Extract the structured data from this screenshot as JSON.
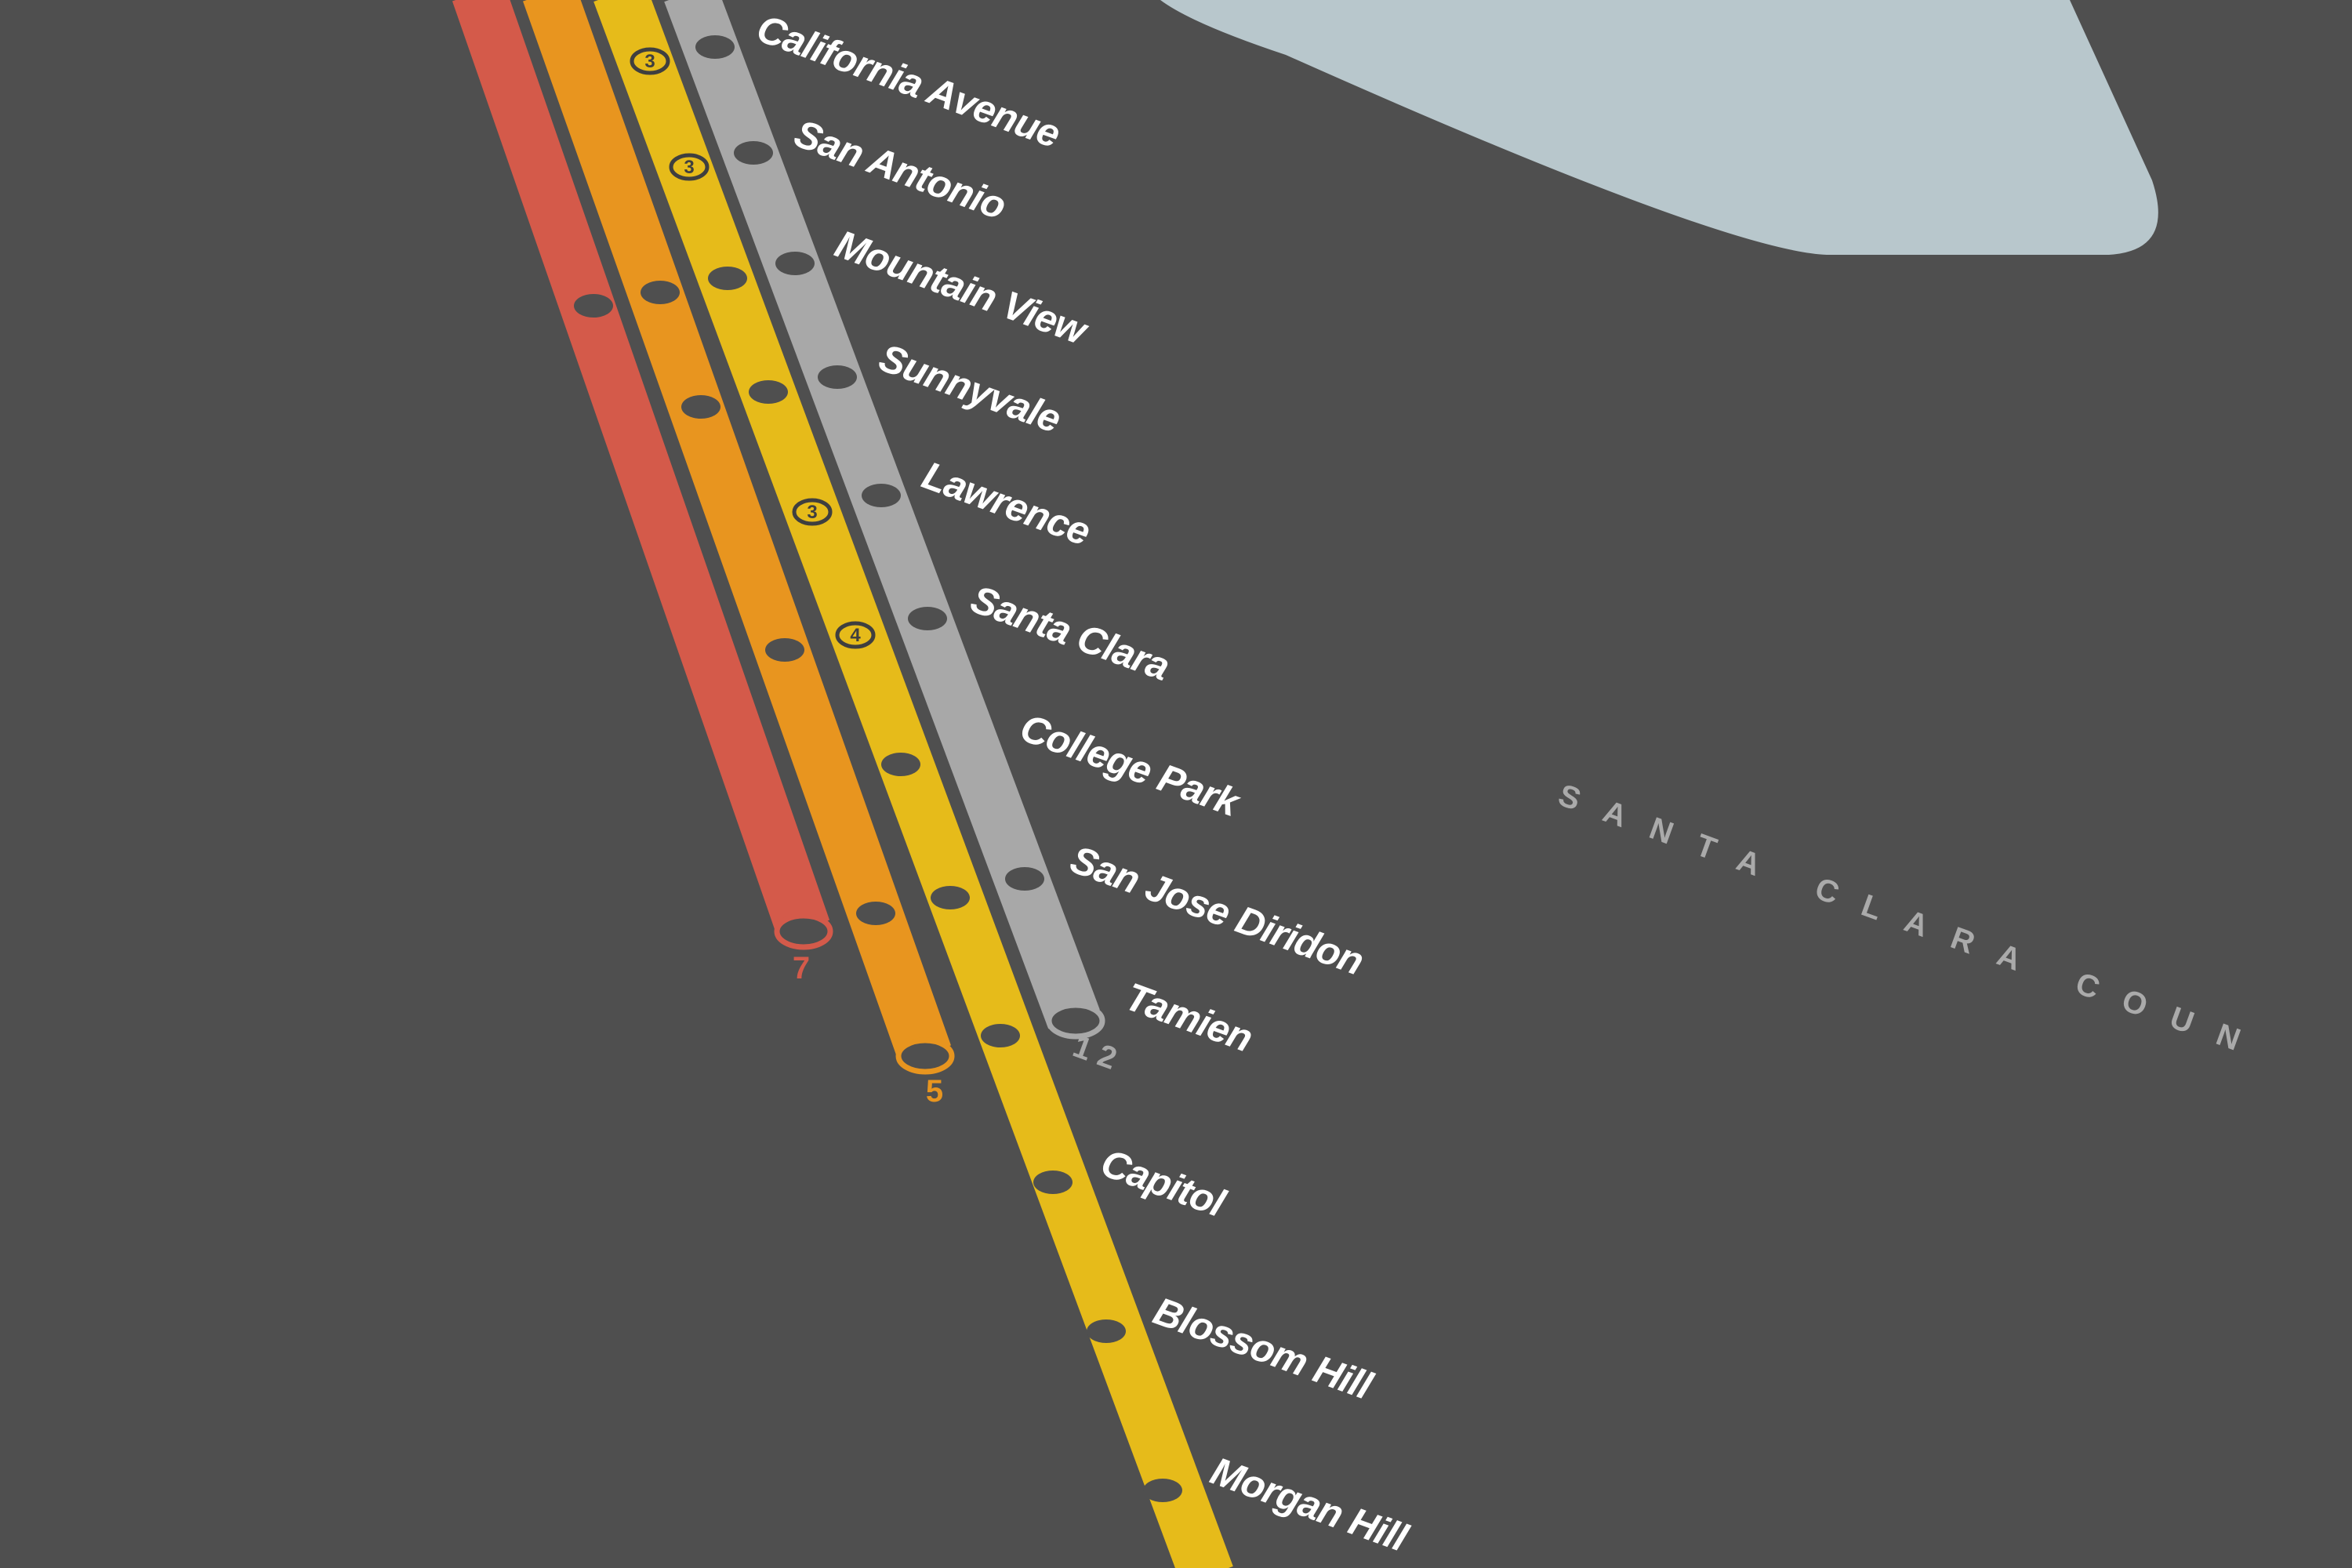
{
  "colors": {
    "background": "#4f4f4f",
    "water": "#b8c7cc",
    "station_dot": "#4f4f4f",
    "label": "#ffffff",
    "region_label": "#aaaaaa"
  },
  "lines": [
    {
      "id": "line-7",
      "number": "7",
      "color": "#d45a4a"
    },
    {
      "id": "line-5",
      "number": "5",
      "color": "#e8951f"
    },
    {
      "id": "line-3-4",
      "number": "",
      "color": "#e6bb1a"
    },
    {
      "id": "line-1-2",
      "number": "1 2",
      "color": "#a8a8a8"
    }
  ],
  "stations": [
    "California Avenue",
    "San Antonio",
    "Mountain View",
    "Sunnyvale",
    "Lawrence",
    "Santa Clara",
    "College Park",
    "San Jose Diridon",
    "Tamien",
    "Capitol",
    "Blossom Hill",
    "Morgan Hill"
  ],
  "zone_markers": [
    "3",
    "3",
    "3",
    "4"
  ],
  "region_label": "SANTA CLARA COUN",
  "icons": {
    "station": "station-dot-icon",
    "zone": "zone-badge-icon"
  }
}
